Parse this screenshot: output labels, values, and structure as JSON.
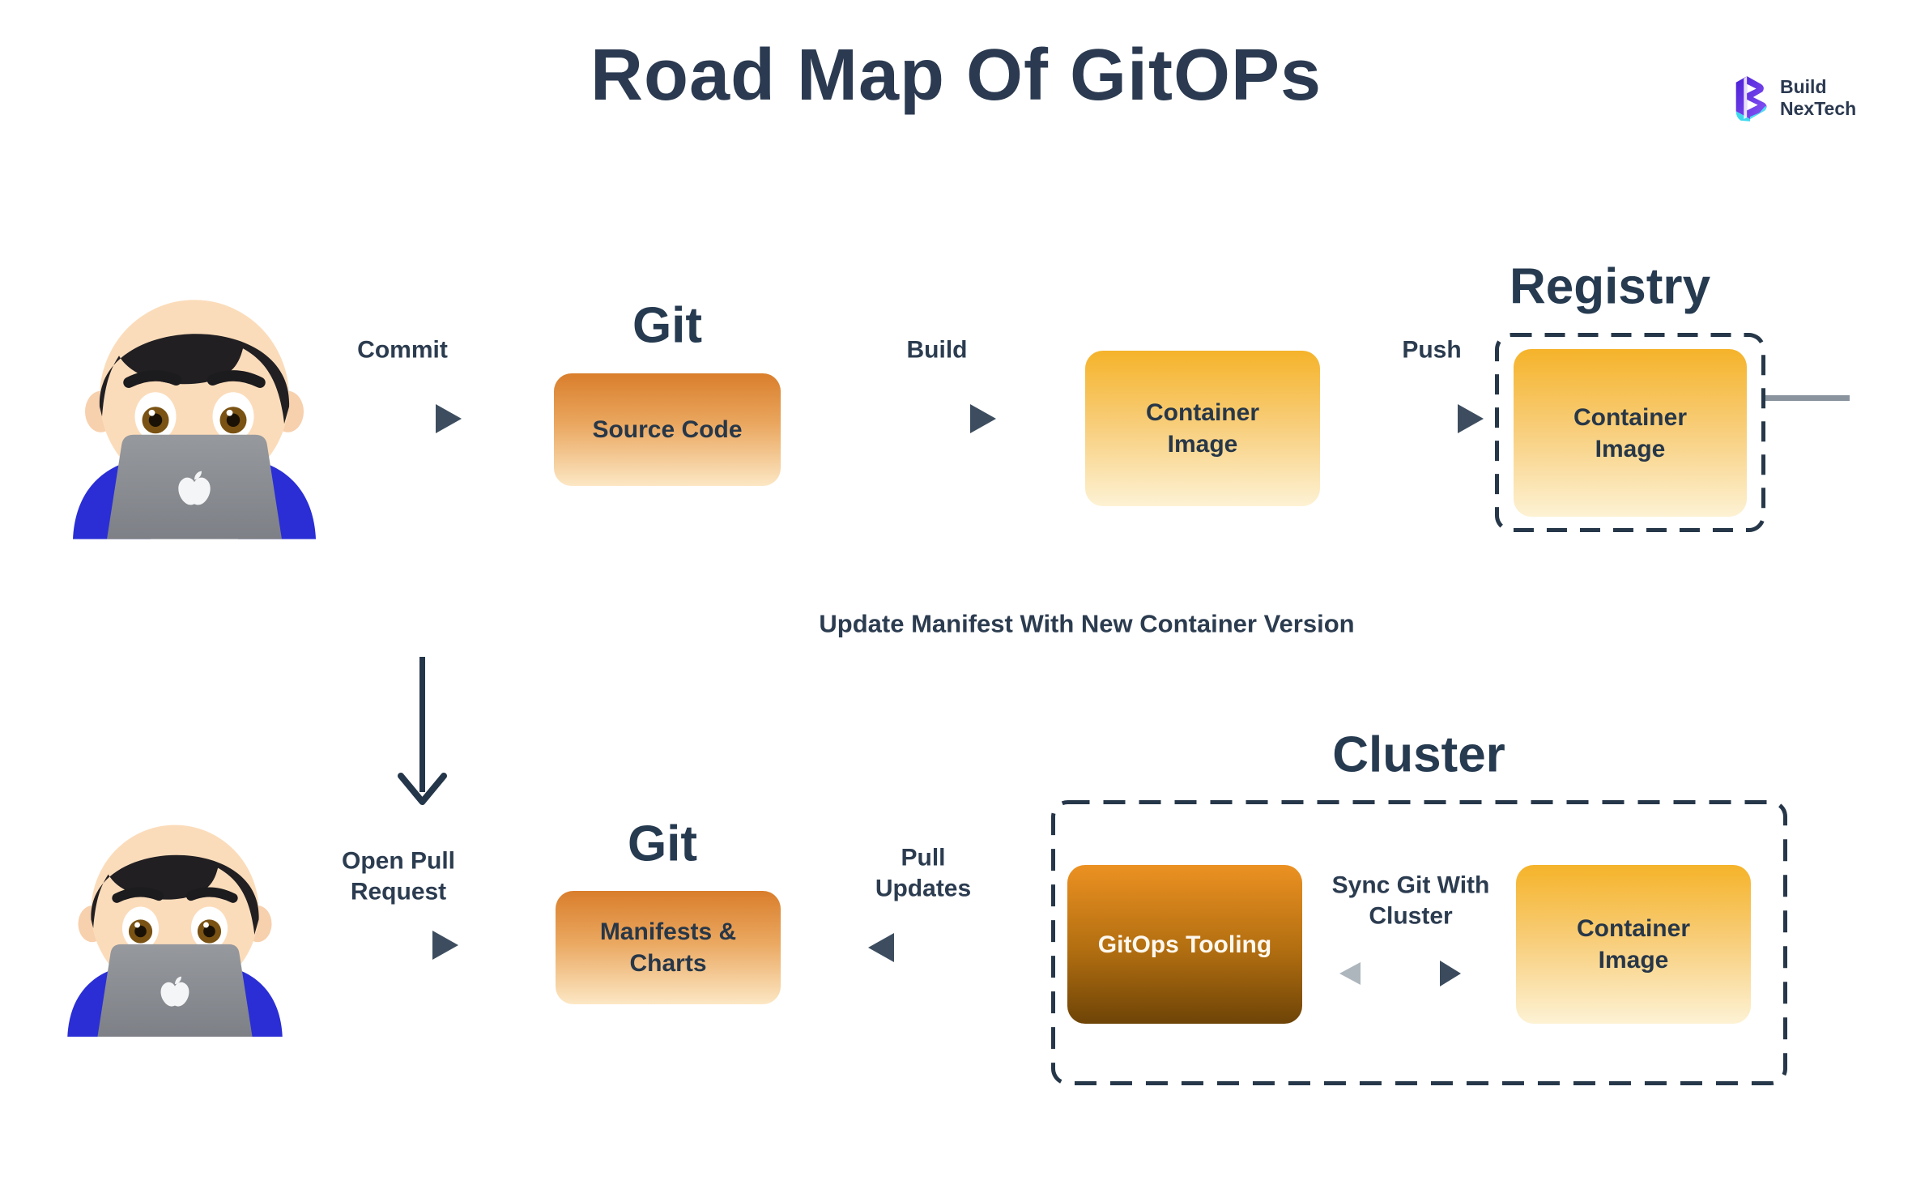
{
  "title": "Road Map Of GitOPs",
  "brand": {
    "name_line1": "Build",
    "name_line2": "NexTech"
  },
  "flow_top": {
    "commit_label": "Commit",
    "git": {
      "heading": "Git",
      "box_label": "Source Code"
    },
    "build_label": "Build",
    "container_box_label": "Container Image",
    "push_label": "Push",
    "registry": {
      "heading": "Registry",
      "box_label": "Container Image"
    }
  },
  "update_manifest_label": "Update Manifest With New Container Version",
  "flow_bottom": {
    "open_pull_label": "Open Pull Request",
    "git": {
      "heading": "Git",
      "box_label": "Manifests & Charts"
    },
    "pull_updates_label": "Pull Updates",
    "cluster": {
      "heading": "Cluster",
      "gitops_box_label": "GitOps Tooling",
      "sync_label": "Sync Git With Cluster",
      "container_box_label": "Container Image"
    }
  },
  "colors": {
    "ink": "#263749",
    "deep_orange_box_top": "#d97e2c",
    "gold_box_top": "#f5b32a",
    "gitops_box_top": "#ec9122",
    "gitops_box_bottom": "#6e4407",
    "shirt_blue": "#2a2ed4",
    "logo_purple": "#5b2ee0",
    "logo_cyan": "#3fd9ee"
  }
}
